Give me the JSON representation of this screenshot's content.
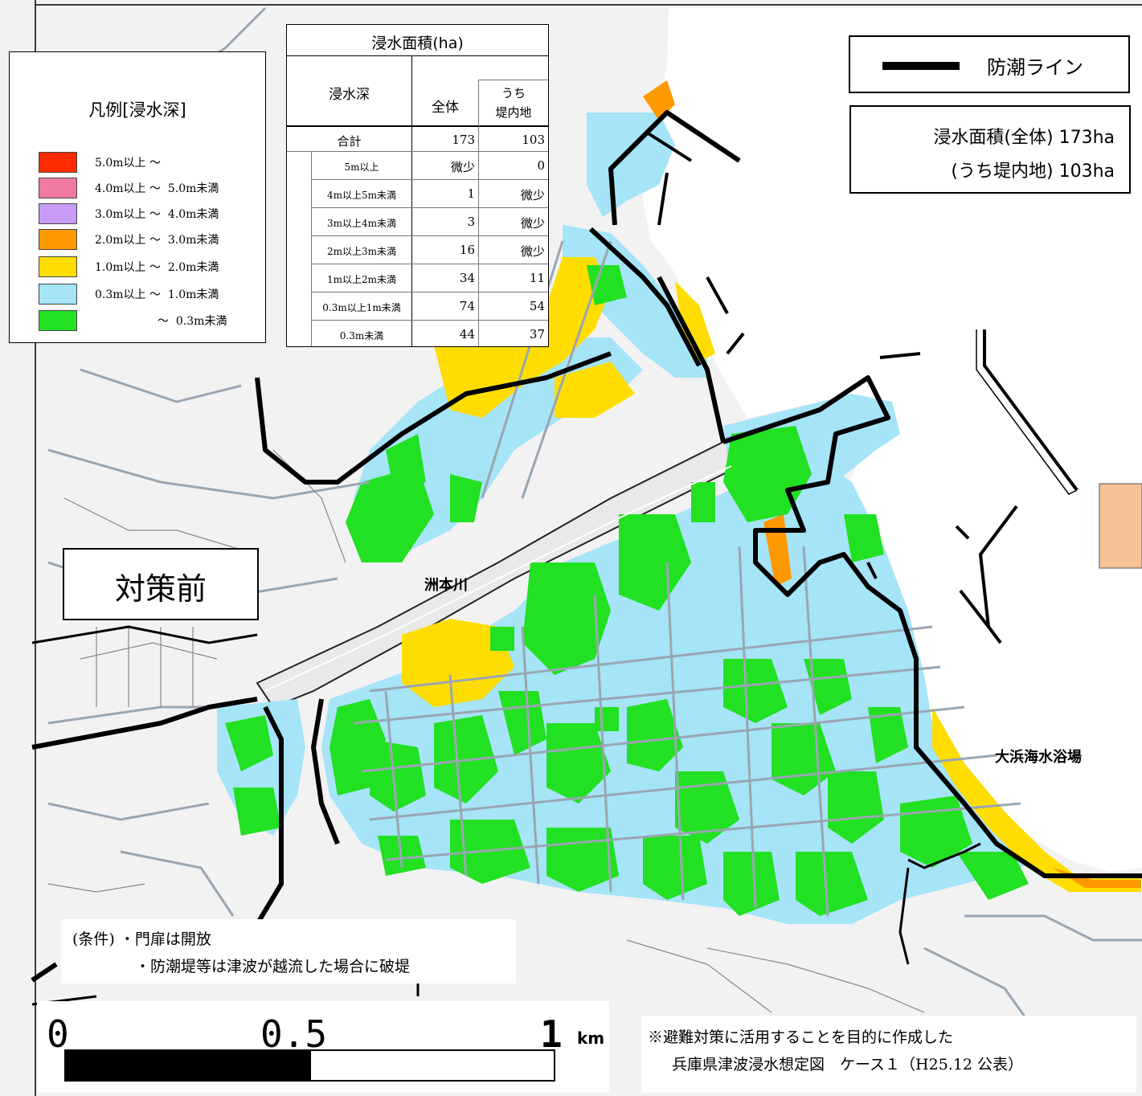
{
  "legend": {
    "title": "凡例[浸水深]",
    "items": [
      {
        "label": "5.0m以上 ～",
        "color": "#ff2a00"
      },
      {
        "label": "4.0m以上 ～  5.0m未満",
        "color": "#f07aa0"
      },
      {
        "label": "3.0m以上 ～  4.0m未満",
        "color": "#c89cf6"
      },
      {
        "label": "2.0m以上 ～  3.0m未満",
        "color": "#ff9900"
      },
      {
        "label": "1.0m以上 ～  2.0m未満",
        "color": "#ffdd00"
      },
      {
        "label": "0.3m以上 ～  1.0m未満",
        "color": "#a6e4f8"
      },
      {
        "label": "～  0.3m未満",
        "color": "#22e022"
      }
    ]
  },
  "area_table": {
    "title": "浸水面積(ha)",
    "header": {
      "depth": "浸水深",
      "total": "全体",
      "inner_line1": "うち",
      "inner_line2": "堤内地"
    },
    "rows": [
      {
        "depth": "合計",
        "total": "173",
        "inner": "103"
      },
      {
        "depth": "5m以上",
        "total": "微少",
        "inner": "0"
      },
      {
        "depth": "4m以上5m未満",
        "total": "1",
        "inner": "微少"
      },
      {
        "depth": "3m以上4m未満",
        "total": "3",
        "inner": "微少"
      },
      {
        "depth": "2m以上3m未満",
        "total": "16",
        "inner": "微少"
      },
      {
        "depth": "1m以上2m未満",
        "total": "34",
        "inner": "11"
      },
      {
        "depth": "0.3m以上1m未満",
        "total": "74",
        "inner": "54"
      },
      {
        "depth": "0.3m未満",
        "total": "44",
        "inner": "37"
      }
    ]
  },
  "sea_wall": {
    "label": "防潮ライン"
  },
  "flood_area": {
    "total": "浸水面積(全体) 173ha",
    "inner": "(うち堤内地) 103ha"
  },
  "map_labels": {
    "river": "洲本川",
    "beach": "大浜海水浴場"
  },
  "scenario": "対策前",
  "conditions": {
    "line1": "(条件) ・門扉は開放",
    "line2": "・防潮堤等は津波が越流した場合に破堤"
  },
  "scale": {
    "zero": "0",
    "half": "0.5",
    "one": "1",
    "unit": "km"
  },
  "note": {
    "line1": "※避難対策に活用することを目的に作成した",
    "line2": "兵庫県津波浸水想定図　ケース１（H25.12 公表）"
  },
  "colors": {
    "background": "#f2f2f2",
    "road": "#9aa6b2",
    "sea_wall": "#000000",
    "facility": "#f6c296"
  }
}
